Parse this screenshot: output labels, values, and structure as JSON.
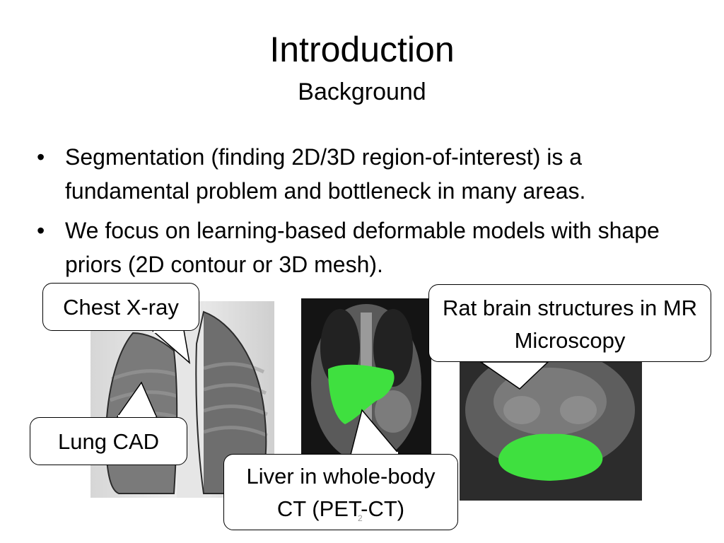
{
  "slide": {
    "title": "Introduction",
    "subtitle": "Background",
    "bullets": [
      "Segmentation  (finding 2D/3D region-of-interest) is a fundamental problem and bottleneck in many areas.",
      "We focus on learning-based deformable models with shape priors (2D contour or 3D mesh)."
    ],
    "bullet_glyph": "•",
    "page_number": "2"
  },
  "callouts": {
    "chest_xray": "Chest X-ray",
    "lung_cad": "Lung CAD",
    "liver": "Liver in whole-body CT (PET-CT)",
    "rat_brain": "Rat brain structures in MR Microscopy"
  },
  "colors": {
    "segmentation_green": "#3fe03f",
    "contour": "#2b2b2b",
    "callout_border": "#000000"
  }
}
